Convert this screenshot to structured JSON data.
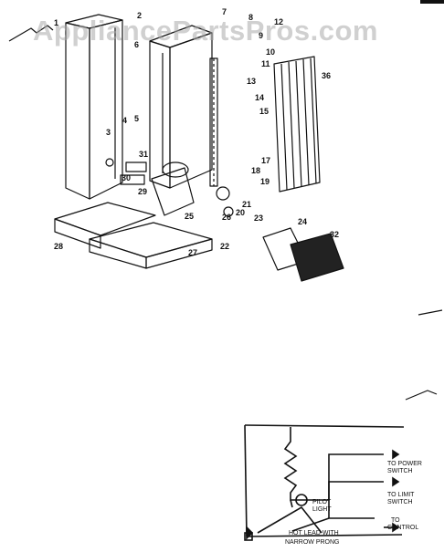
{
  "watermark": "AppliancePartsPros.com",
  "part_numbers": [
    "1",
    "2",
    "3",
    "4",
    "5",
    "6",
    "7",
    "8",
    "9",
    "10",
    "11",
    "12",
    "13",
    "14",
    "15",
    "17",
    "18",
    "19",
    "20",
    "21",
    "22",
    "23",
    "24",
    "25",
    "26",
    "27",
    "28",
    "29",
    "30",
    "31",
    "32",
    "36"
  ],
  "wiring": {
    "labels": {
      "to_power_switch_1": "TO POWER",
      "to_power_switch_2": "SWITCH",
      "to_limit_switch_1": "TO LIMIT",
      "to_limit_switch_2": "SWITCH",
      "to_control_1": "TO",
      "to_control_2": "CONTROL",
      "pilot_light_1": "PILOT",
      "pilot_light_2": "LIGHT",
      "hot_lead_1": "HOT LEAD WITH",
      "hot_lead_2": "NARROW PRONG"
    }
  }
}
